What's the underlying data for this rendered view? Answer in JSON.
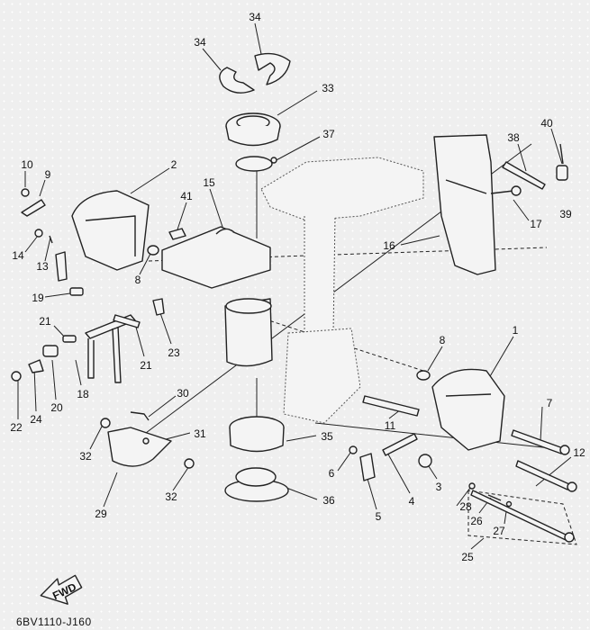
{
  "diagram_code": "6BV1110-J160",
  "fwd_label": "FWD",
  "labels": [
    "34",
    "34",
    "33",
    "37",
    "10",
    "9",
    "2",
    "15",
    "41",
    "14",
    "13",
    "8",
    "19",
    "21",
    "23",
    "21",
    "18",
    "20",
    "24",
    "22",
    "30",
    "31",
    "32",
    "32",
    "29",
    "35",
    "36",
    "40",
    "38",
    "17",
    "39",
    "16",
    "1",
    "8",
    "7",
    "11",
    "12",
    "6",
    "3",
    "4",
    "5",
    "28",
    "26",
    "27",
    "25"
  ]
}
